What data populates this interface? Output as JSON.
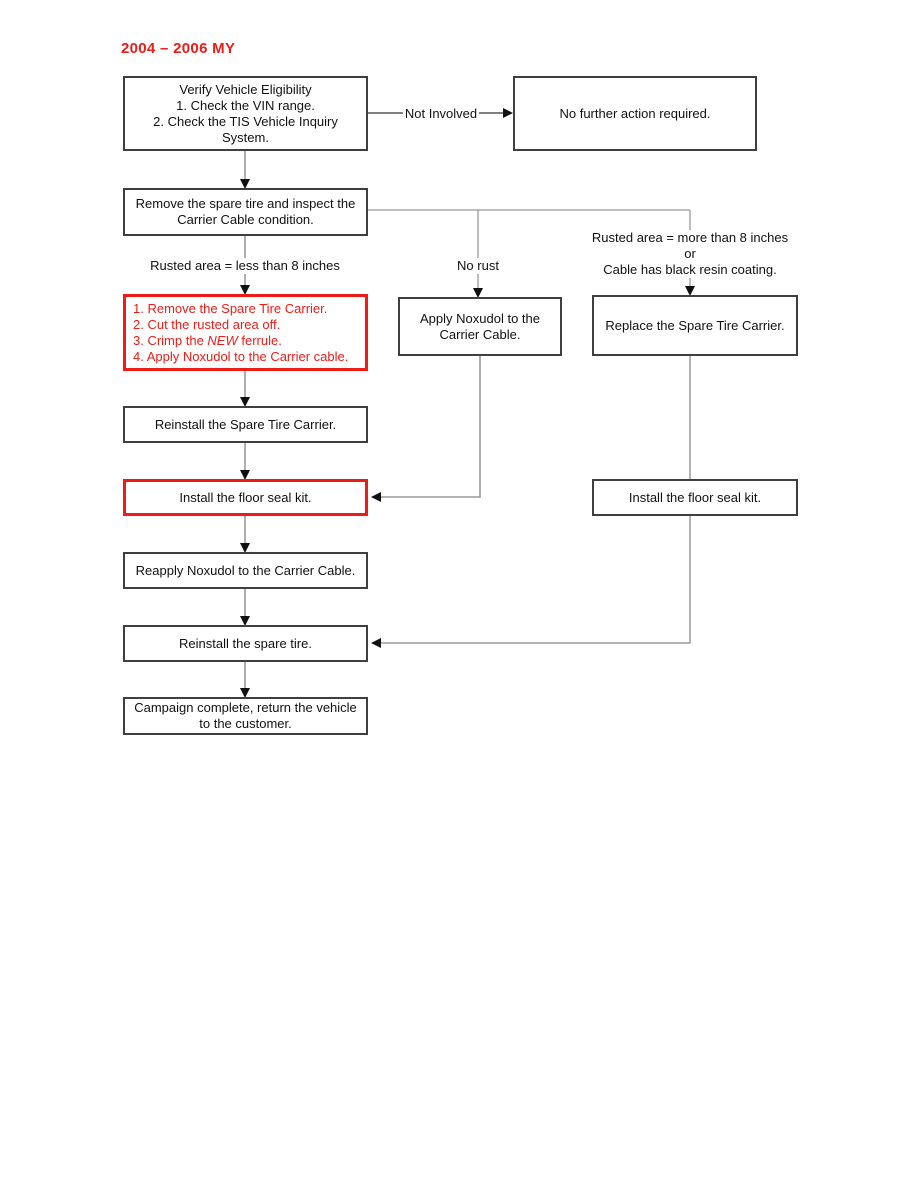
{
  "title": "2004 – 2006 MY",
  "colors": {
    "accent_red": "#ee1c17",
    "connector_gray": "#999999",
    "connector_dark": "#333333",
    "box_border": "#3f3f3f"
  },
  "boxes": {
    "verify": {
      "line1": "Verify Vehicle Eligibility",
      "line2": "1. Check the VIN range.",
      "line3": "2. Check the TIS Vehicle Inquiry",
      "line4": "System."
    },
    "no_action": {
      "text": "No further action required."
    },
    "remove_inspect": {
      "text": "Remove the spare tire and inspect the Carrier Cable condition."
    },
    "red_steps": {
      "line1": "1. Remove the Spare Tire Carrier.",
      "line2": "2. Cut the rusted area off.",
      "line3_prefix": "3. Crimp the ",
      "line3_italic": "NEW",
      "line3_suffix": " ferrule.",
      "line4": "4. Apply Noxudol to the Carrier cable."
    },
    "apply_noxudol": {
      "text": "Apply Noxudol to the Carrier Cable."
    },
    "replace_carrier": {
      "text": "Replace the Spare Tire Carrier."
    },
    "reinstall_carrier": {
      "text": "Reinstall the Spare Tire Carrier."
    },
    "floor_seal_left": {
      "text": "Install the floor seal kit."
    },
    "floor_seal_right": {
      "text": "Install the floor seal kit."
    },
    "reapply_noxudol": {
      "text": "Reapply Noxudol to the Carrier Cable."
    },
    "reinstall_tire": {
      "text": "Reinstall the spare tire."
    },
    "campaign_complete": {
      "text": "Campaign complete, return the vehicle to the customer."
    }
  },
  "edge_labels": {
    "not_involved": "Not Involved",
    "less_than_8": "Rusted area = less than 8 inches",
    "no_rust": "No rust",
    "more_than_8_line1": "Rusted area = more than 8 inches",
    "more_than_8_line2": "or",
    "more_than_8_line3": "Cable has black resin coating."
  }
}
